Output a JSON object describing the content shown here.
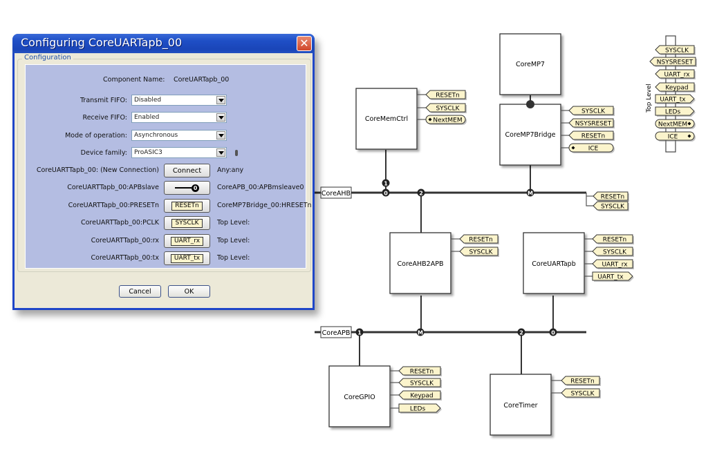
{
  "dialog": {
    "title": "Configuring CoreUARTapb_00",
    "close_icon": "close-icon",
    "group_label": "Configuration",
    "component_name_label": "Component Name:",
    "component_name_value": "CoreUARTapb_00",
    "fields": [
      {
        "label": "Transmit FIFO:",
        "value": "Disabled"
      },
      {
        "label": "Receive FIFO:",
        "value": "Enabled"
      },
      {
        "label": "Mode of operation:",
        "value": "Asynchronous"
      },
      {
        "label": "Device family:",
        "value": "ProASIC3"
      }
    ],
    "connections": [
      {
        "label": "CoreUARTTapb_00: (New Connection)",
        "button": "Connect",
        "target": "Any:any",
        "kind": "button"
      },
      {
        "label": "CoreUARTTapb_00:APBslave",
        "button": "0",
        "target": "CoreAPB_00:APBmsleave0",
        "kind": "bus"
      },
      {
        "label": "CoreUARTTapb_00:PRESETn",
        "button": "RESETn",
        "target": "CoreMP7Bridge_00:HRESETn",
        "kind": "in"
      },
      {
        "label": "CoreUARTTapb_00:PCLK",
        "button": "SYSCLK",
        "target": "Top Level:",
        "kind": "in"
      },
      {
        "label": "CoreUARTTapb_00:rx",
        "button": "UART_rx",
        "target": "Top Level:",
        "kind": "in"
      },
      {
        "label": "CoreUARTTapb_00:tx",
        "button": "UART_tx",
        "target": "Top Level:",
        "kind": "out"
      }
    ],
    "cancel_label": "Cancel",
    "ok_label": "OK"
  },
  "diagram": {
    "blocks": {
      "corememctrl": "CoreMemCtrl",
      "coremp7": "CoreMP7",
      "coremp7bridge": "CoreMP7Bridge",
      "coreahb2apb": "CoreAHB2APB",
      "coreuartapb": "CoreUARTapb",
      "coregpio": "CoreGPIO",
      "coretimer": "CoreTimer"
    },
    "buses": {
      "ahb": "CoreAHB",
      "apb": "CoreAPB"
    },
    "ahb_ports": [
      "1",
      "0",
      "2",
      "M"
    ],
    "apb_ports": [
      "1",
      "M",
      "2",
      "0"
    ],
    "pins": {
      "corememctrl": [
        "RESETn",
        "SYSCLK",
        "NextMEM"
      ],
      "coremp7bridge": [
        "SYSCLK",
        "NSYSRESET",
        "RESETn",
        "ICE"
      ],
      "ahb": [
        "RESETn",
        "SYSCLK"
      ],
      "coreahb2apb": [
        "RESETn",
        "SYSCLK"
      ],
      "coreuartapb": [
        "RESETn",
        "SYSCLK",
        "UART_rx",
        "UART_tx"
      ],
      "coregpio": [
        "RESETn",
        "SYSCLK",
        "Keypad",
        "LEDs"
      ],
      "coretimer": [
        "RESETn",
        "SYSCLK"
      ]
    },
    "top_level": {
      "label": "Top Level",
      "pins": [
        "SYSCLK",
        "NSYSRESET",
        "UART_rx",
        "Keypad",
        "UART_tx",
        "LEDs",
        "NextMEM",
        "ICE"
      ]
    }
  }
}
